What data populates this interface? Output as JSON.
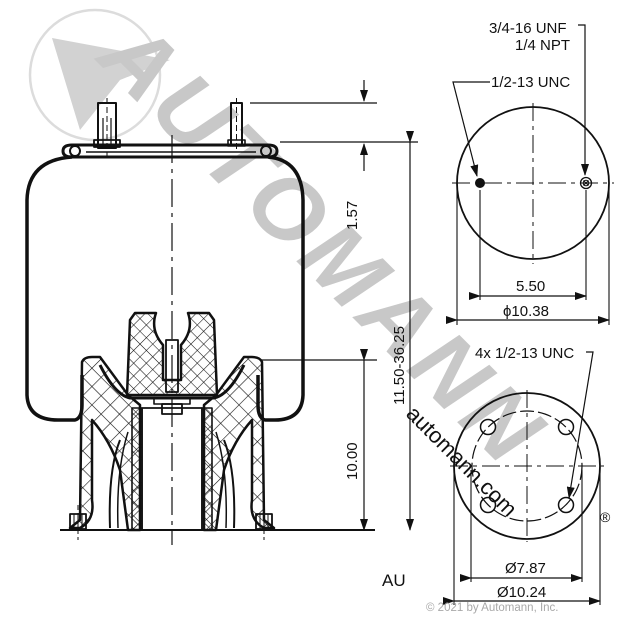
{
  "drawing": {
    "model_code": "AU",
    "copyright": "© 2021 by Automann, Inc.",
    "watermark": {
      "brand": "AUTOMANN",
      "url": "automann.com",
      "registered_mark": "®",
      "color": "#c8c8c8"
    },
    "side_view": {
      "dimensions": {
        "top_pin_offset": "1.57",
        "height_range": "11.50-36.25",
        "piston_height": "10.00"
      }
    },
    "top_view": {
      "callouts": {
        "air_fitting_line1": "3/4-16 UNF",
        "air_fitting_line2": "1/4 NPT",
        "stud_thread": "1/2-13 UNC"
      },
      "dimensions": {
        "stud_spacing": "5.50",
        "plate_diameter": "ϕ10.38"
      }
    },
    "bottom_view": {
      "callouts": {
        "bolt_holes": "4x 1/2-13 UNC"
      },
      "dimensions": {
        "bolt_circle": "Ø7.87",
        "piston_diameter": "Ø10.24"
      }
    }
  }
}
